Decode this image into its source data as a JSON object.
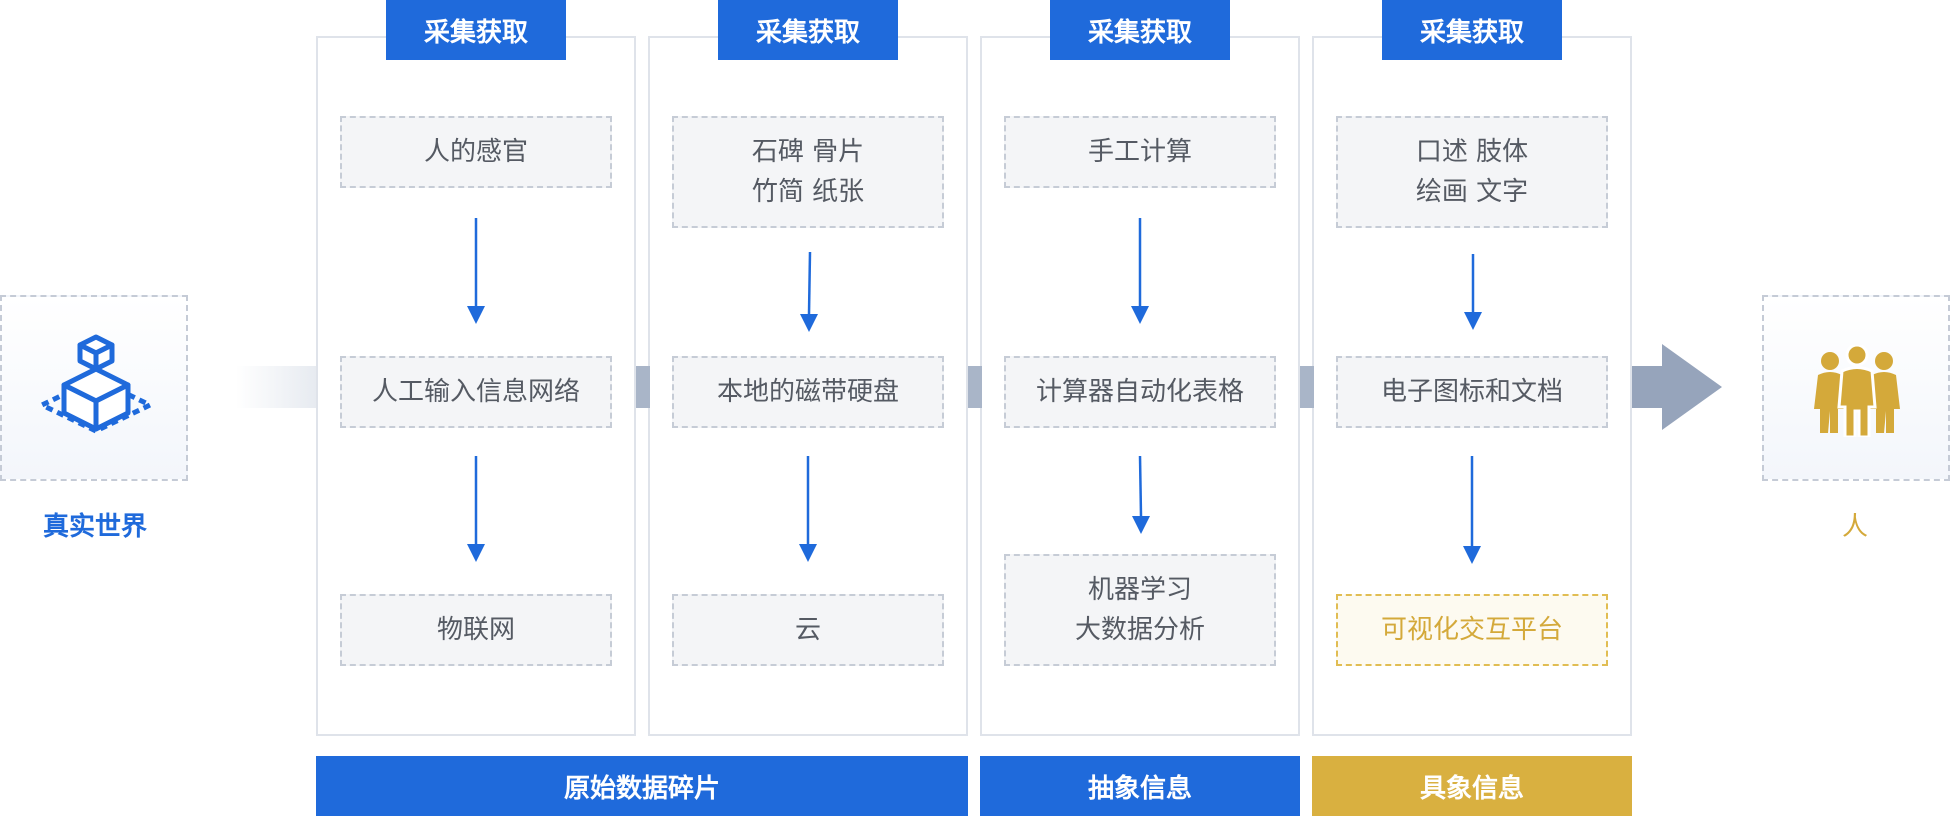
{
  "left_entity": {
    "label": "真实世界",
    "icon": "cube-icon",
    "color": "#1f6adb"
  },
  "right_entity": {
    "label": "人",
    "icon": "people-group-icon",
    "color": "#d4a93a"
  },
  "columns": [
    {
      "header": "采集获取",
      "nodes": [
        {
          "lines": [
            "人的感官"
          ]
        },
        {
          "lines": [
            "人工输入信息网络"
          ]
        },
        {
          "lines": [
            "物联网"
          ]
        }
      ]
    },
    {
      "header": "采集获取",
      "nodes": [
        {
          "lines": [
            "石碑  骨片",
            "竹简  纸张"
          ]
        },
        {
          "lines": [
            "本地的磁带硬盘"
          ]
        },
        {
          "lines": [
            "云"
          ]
        }
      ]
    },
    {
      "header": "采集获取",
      "nodes": [
        {
          "lines": [
            "手工计算"
          ]
        },
        {
          "lines": [
            "计算器自动化表格"
          ]
        },
        {
          "lines": [
            "机器学习",
            "大数据分析"
          ]
        }
      ]
    },
    {
      "header": "采集获取",
      "nodes": [
        {
          "lines": [
            "口述  肢体",
            "绘画  文字"
          ]
        },
        {
          "lines": [
            "电子图标和文档"
          ]
        },
        {
          "lines": [
            "可视化交互平台"
          ],
          "highlight": true
        }
      ]
    }
  ],
  "categories": [
    {
      "label": "原始数据碎片",
      "color": "#1f6adb"
    },
    {
      "label": "抽象信息",
      "color": "#1f6adb"
    },
    {
      "label": "具象信息",
      "color": "#d9b040"
    }
  ],
  "colors": {
    "primary_blue": "#1f6adb",
    "gold": "#d9b040",
    "arrow_gray": "#96a4bb",
    "node_border": "#c6ccd6"
  }
}
